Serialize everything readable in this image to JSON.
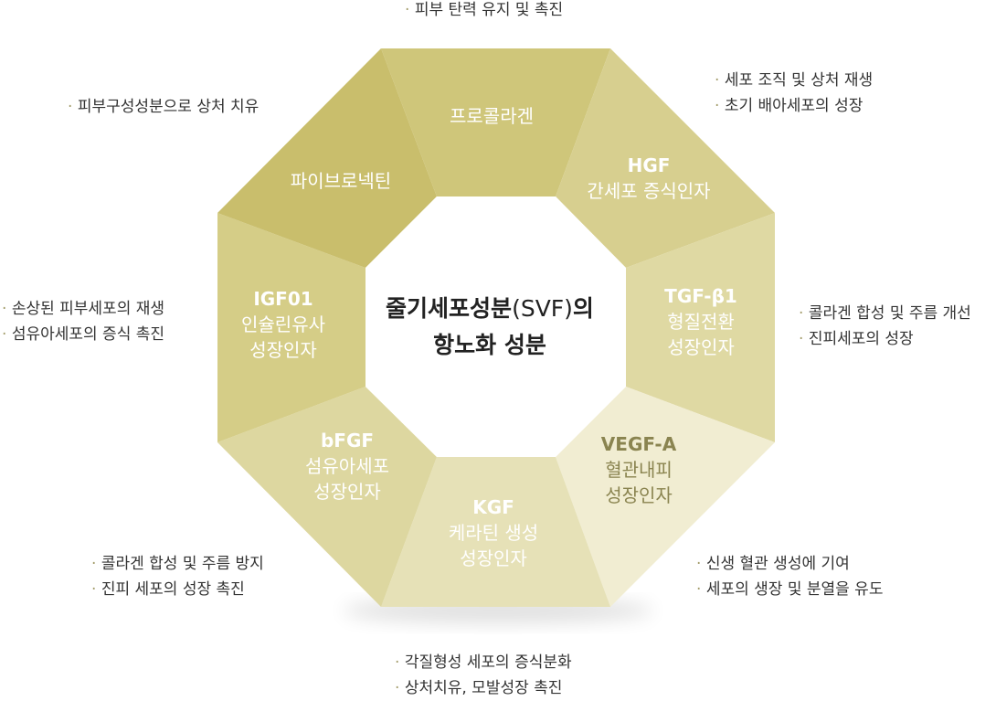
{
  "center": {
    "title_prefix": "줄기세포성분",
    "title_paren": "(SVF)",
    "title_suffix": "의",
    "title_line2": "항노화 성분"
  },
  "segments": [
    {
      "id": "collagen",
      "code": "",
      "lines": [
        "프로콜라겐"
      ],
      "color": "#cfc67a"
    },
    {
      "id": "hgf",
      "code": "HGF",
      "lines": [
        "간세포 증식인자"
      ],
      "color": "#d7cf8f"
    },
    {
      "id": "tgf",
      "code": "TGF-β1",
      "lines": [
        "형질전환",
        "성장인자"
      ],
      "color": "#dfd9a3"
    },
    {
      "id": "vegf",
      "code": "VEGF-A",
      "lines": [
        "혈관내피",
        "성장인자"
      ],
      "color": "#f1edd2"
    },
    {
      "id": "kgf",
      "code": "KGF",
      "lines": [
        "케라틴 생성",
        "성장인자"
      ],
      "color": "#e6e1b7"
    },
    {
      "id": "bfgf",
      "code": "bFGF",
      "lines": [
        "섬유아세포",
        "성장인자"
      ],
      "color": "#ddd7a0"
    },
    {
      "id": "igf",
      "code": "IGF01",
      "lines": [
        "인슐린유사",
        "성장인자"
      ],
      "color": "#d5cd87"
    },
    {
      "id": "fibro",
      "code": "",
      "lines": [
        "파이브로넥틴"
      ],
      "color": "#c9be6c"
    }
  ],
  "notes": {
    "top": [
      "피부 탄력 유지 및 촉진"
    ],
    "top_left": [
      "피부구성성분으로 상처 치유"
    ],
    "top_right": [
      "세포 조직 및 상처 재생",
      "초기 배아세포의 성장"
    ],
    "left": [
      "손상된 피부세포의 재생",
      "섬유아세포의 증식 촉진"
    ],
    "right": [
      "콜라겐 합성 및 주름 개선",
      "진피세포의 성장"
    ],
    "bottom_left": [
      "콜라겐 합성 및 주름 방지",
      "진피 세포의 성장 촉진"
    ],
    "bottom_right": [
      "신생 혈관 생성에 기여",
      "세포의 생장 및 분열을 유도"
    ],
    "bottom": [
      "각질형성 세포의 증식분화",
      "상처치유, 모발성장 촉진"
    ]
  }
}
